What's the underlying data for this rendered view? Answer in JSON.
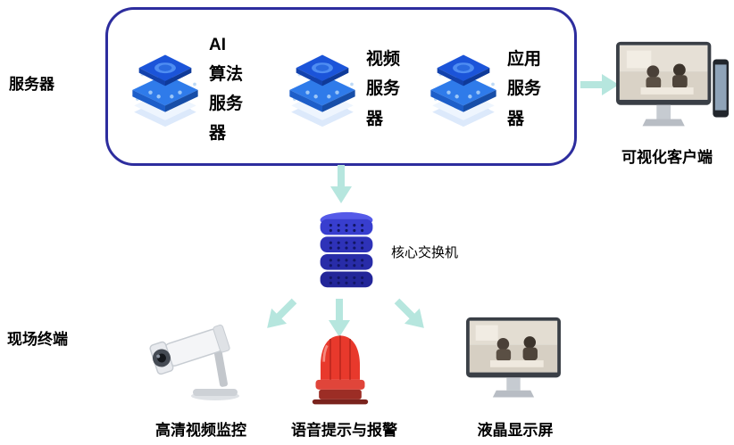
{
  "groups": {
    "servers_label": "服务器",
    "field_label": "现场终端"
  },
  "server_box": {
    "nodes": [
      {
        "icon": "server-chip-icon",
        "label": "AI\n算法\n服务\n器"
      },
      {
        "icon": "server-chip-icon",
        "label": "视频\n服务\n器"
      },
      {
        "icon": "server-chip-icon",
        "label": "应用\n服务\n器"
      }
    ]
  },
  "client": {
    "icon": "desktop-with-phone-icon",
    "label": "可视化客户端"
  },
  "core_switch": {
    "icon": "switch-stack-icon",
    "label": "核心交换机"
  },
  "terminals": [
    {
      "icon": "cctv-camera-icon",
      "label": "高清视频监控"
    },
    {
      "icon": "alarm-siren-icon",
      "label": "语音提示与报警"
    },
    {
      "icon": "lcd-monitor-icon",
      "label": "液晶显示屏"
    }
  ],
  "colors": {
    "box_border": "#2d2d9e",
    "arrow_fill": "#b6e6de",
    "server_blue": "#2f7bea",
    "switch_indigo": "#2e32b8",
    "alarm_red": "#e8392c"
  }
}
